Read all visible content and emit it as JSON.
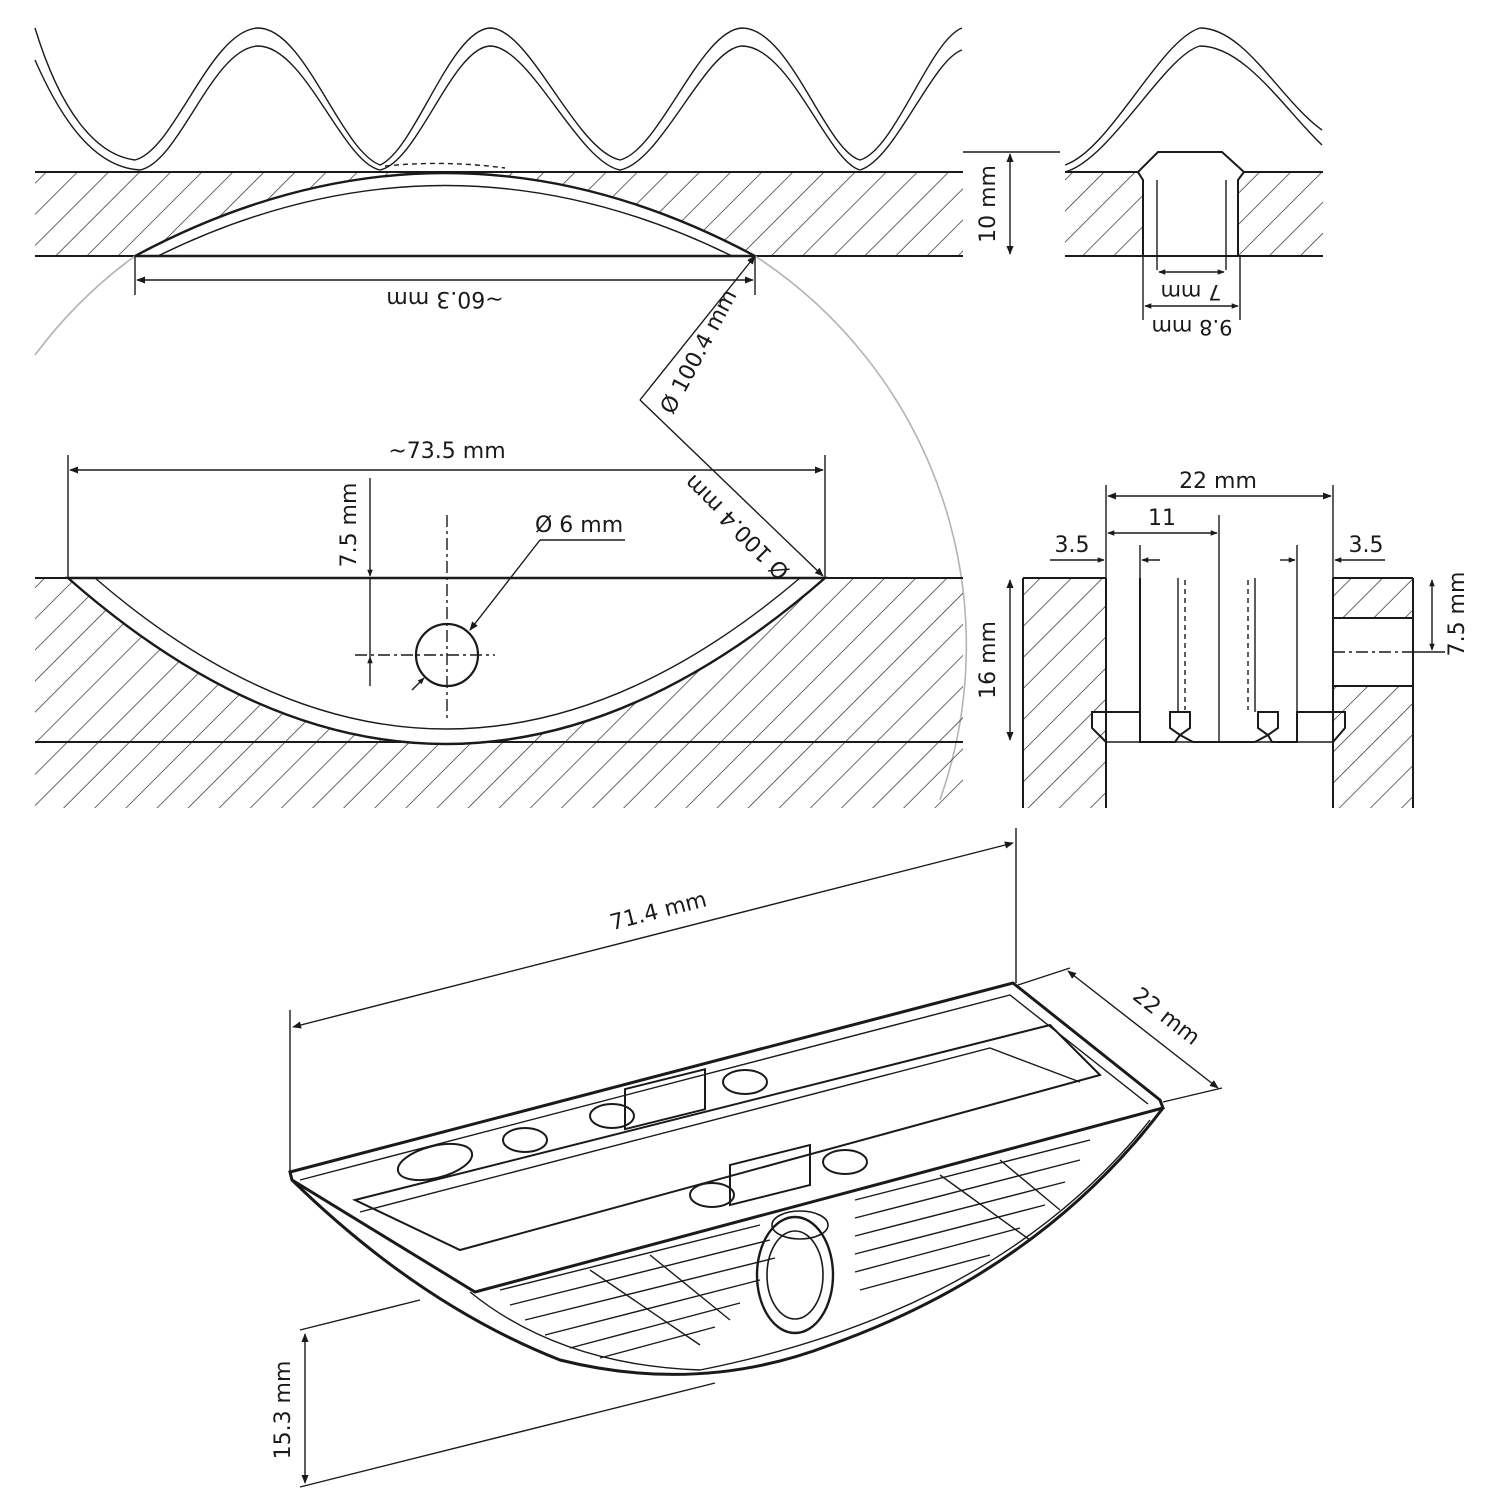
{
  "labels": {
    "top_length": "~60.3 mm",
    "top_depth": "10 mm",
    "top_radius": "Ø 100.4 mm",
    "slot_inner": "7 mm",
    "slot_outer": "9.8 mm",
    "mid_length": "~73.5 mm",
    "mid_hole_offset": "7.5 mm",
    "mid_hole_diameter": "Ø 6 mm",
    "mid_radius": "Ø 100.4 mm",
    "mid_depth": "16 mm",
    "sec_width": "22 mm",
    "sec_half": "11",
    "sec_edge_left": "3.5",
    "sec_edge_right": "3.5",
    "sec_hole_offset": "7.5 mm",
    "iso_length": "71.4 mm",
    "iso_width": "22 mm",
    "iso_height": "15.3 mm"
  }
}
